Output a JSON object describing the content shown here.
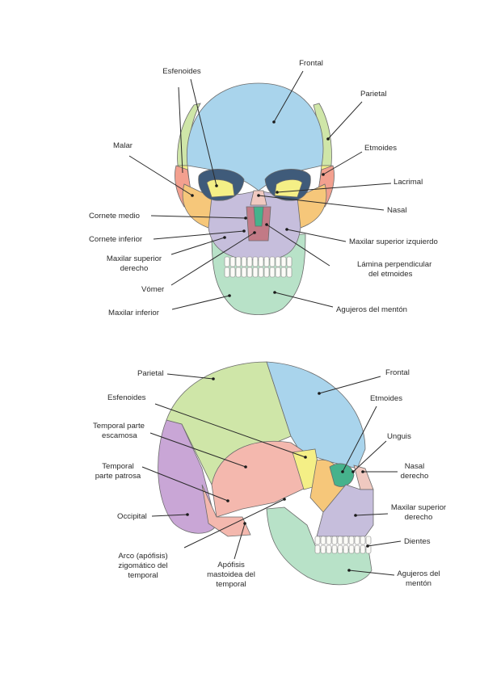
{
  "colors": {
    "frontal": "#a9d4ec",
    "parietal": "#cfe6a8",
    "sphenoid": "#f4ef86",
    "temporal": "#f4b8ae",
    "zygomatic": "#f6c77a",
    "maxilla": "#c6bedc",
    "mandible": "#b8e2c8",
    "occipital": "#c9a6d6",
    "ethmoid": "#46b28c",
    "nasal": "#f0c9c0",
    "vomer": "#c27a86",
    "teeth": "#fbfbf7",
    "orbit": "#3f5b7a",
    "lacrimal": "#f3a08f"
  },
  "front_view": {
    "labels": {
      "esfenoides": "Esfenoides",
      "frontal": "Frontal",
      "parietal": "Parietal",
      "etmoides": "Etmoides",
      "malar": "Malar",
      "lacrimal": "Lacrimal",
      "nasal": "Nasal",
      "cornete_medio": "Cornete medio",
      "cornete_inferior": "Cornete inferior",
      "maxilar_superior_izquierdo": "Maxilar superior izquierdo",
      "maxilar_superior_derecho_1": "Maxilar superior",
      "maxilar_superior_derecho_2": "derecho",
      "lamina_1": "Lámina perpendicular",
      "lamina_2": "del etmoides",
      "vomer": "Vómer",
      "maxilar_inferior": "Maxilar inferior",
      "agujeros_menton": "Agujeros del mentón"
    }
  },
  "side_view": {
    "labels": {
      "parietal": "Parietal",
      "frontal": "Frontal",
      "esfenoides": "Esfenoides",
      "etmoides": "Etmoides",
      "temporal_escamosa_1": "Temporal parte",
      "temporal_escamosa_2": "escamosa",
      "unguis": "Unguis",
      "temporal_patrosa_1": "Temporal",
      "temporal_patrosa_2": "parte patrosa",
      "nasal_derecho_1": "Nasal",
      "nasal_derecho_2": "derecho",
      "occipital": "Occipital",
      "maxilar_sup_der_1": "Maxilar superior",
      "maxilar_sup_der_2": "derecho",
      "dientes": "Dientes",
      "arco_1": "Arco (apófisis)",
      "arco_2": "zigomático del",
      "arco_3": "temporal",
      "apofisis_1": "Apófisis",
      "apofisis_2": "mastoidea del",
      "apofisis_3": "temporal",
      "agujeros_1": "Agujeros del",
      "agujeros_2": "mentón"
    }
  }
}
